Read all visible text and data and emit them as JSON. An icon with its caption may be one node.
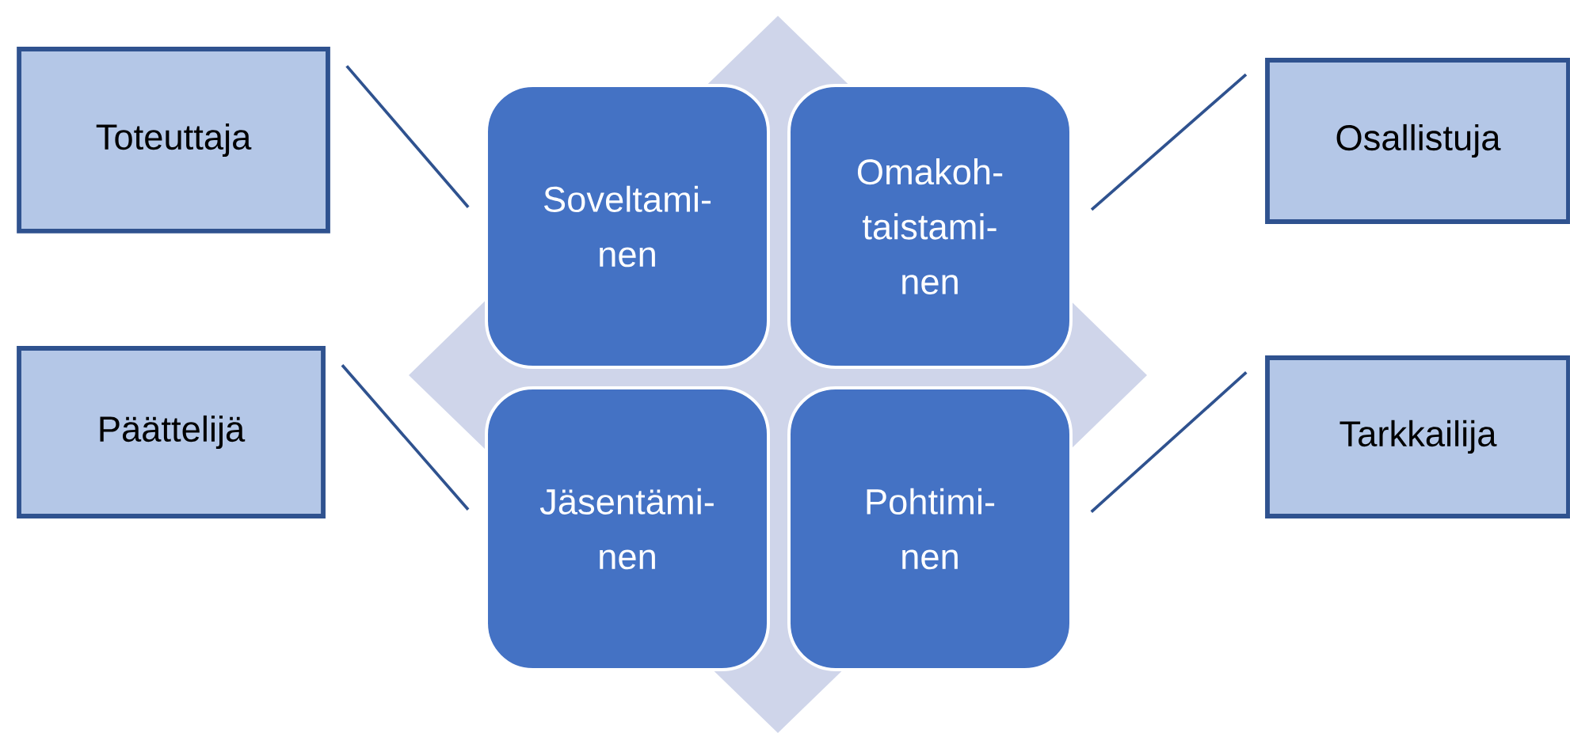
{
  "diagram": {
    "nodes": [
      {
        "text": [
          "Toteuttaja"
        ]
      },
      {
        "text": [
          "Osallistuja"
        ]
      },
      {
        "text": [
          "Päättelijä"
        ]
      },
      {
        "text": [
          "Tarkkailija"
        ]
      },
      {
        "text": [
          "Soveltami- nen"
        ]
      },
      {
        "text": [
          "Omakoh- taistami- nen"
        ]
      },
      {
        "text": [
          "Jäsentämi- nen"
        ]
      },
      {
        "text": [
          "Pohtimi- nen"
        ]
      }
    ],
    "edges": [
      {
        "from": 0,
        "to": 4,
        "arrow": "none"
      },
      {
        "from": 1,
        "to": 5,
        "arrow": "none"
      },
      {
        "from": 2,
        "to": 6,
        "arrow": "none"
      },
      {
        "from": 3,
        "to": 7,
        "arrow": "none"
      }
    ]
  }
}
